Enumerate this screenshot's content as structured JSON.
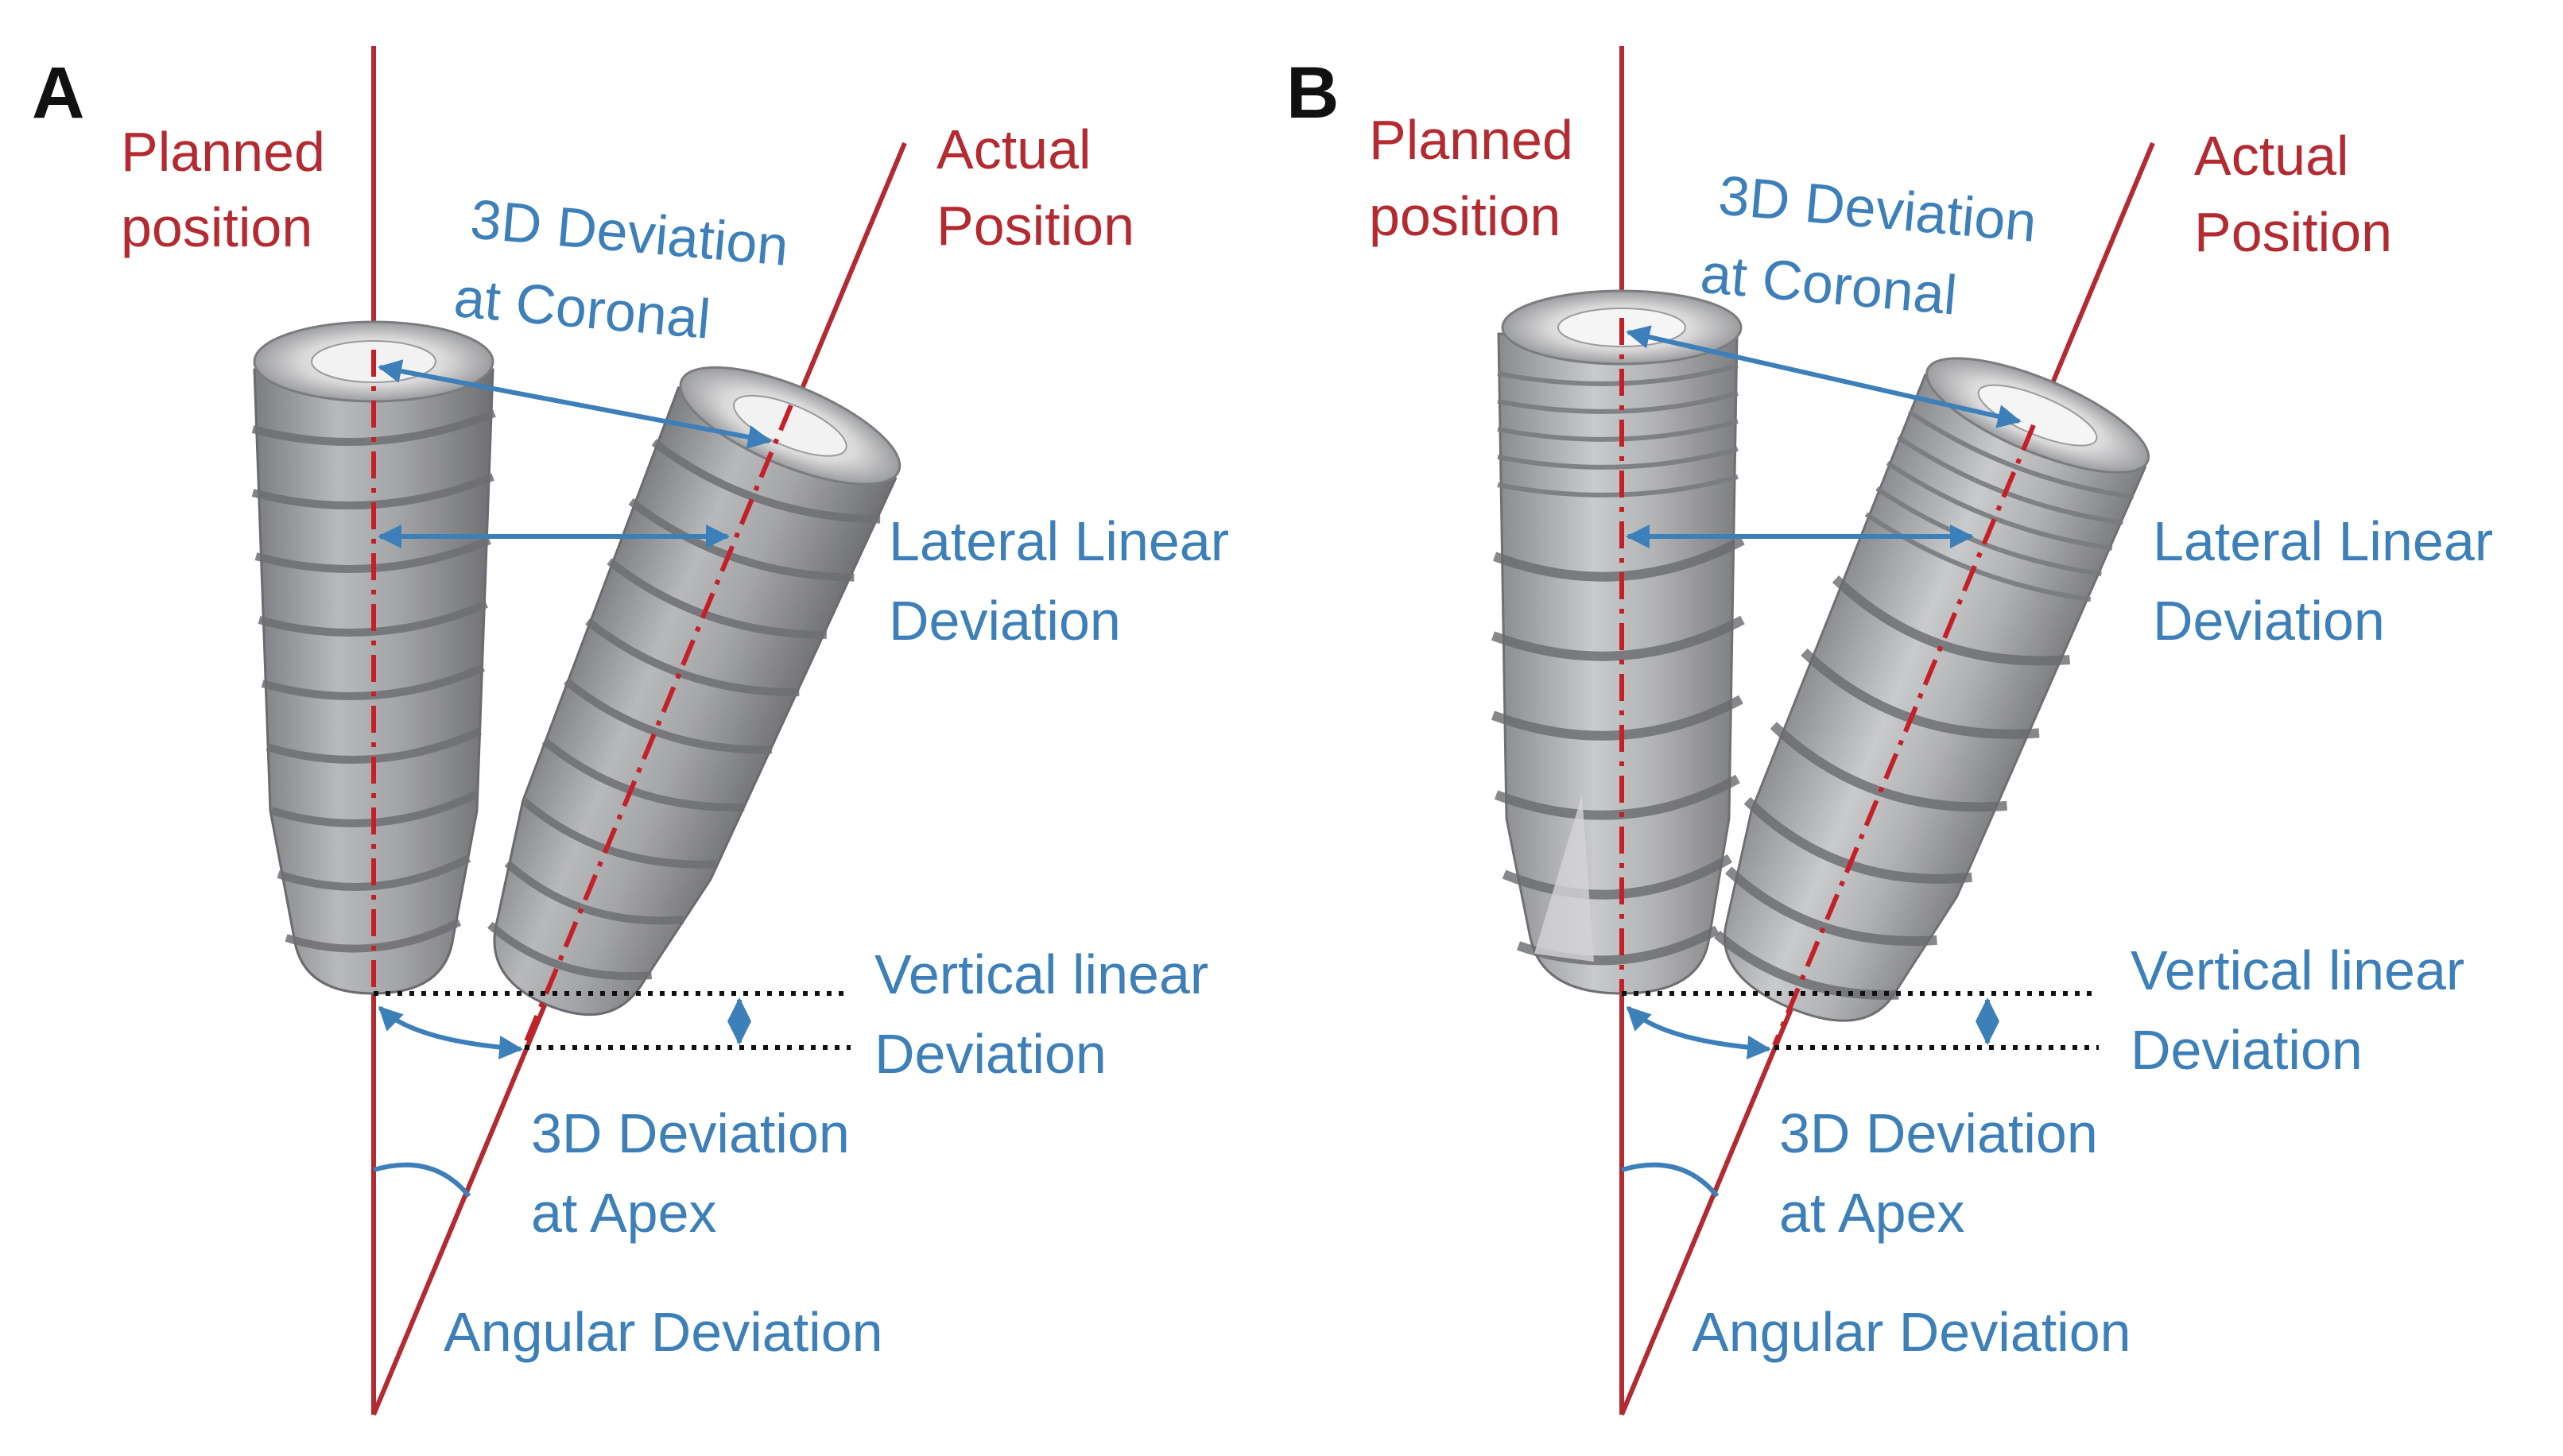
{
  "panels": [
    {
      "letter": "A",
      "labels": {
        "planned": [
          "Planned",
          "position"
        ],
        "actual": [
          "Actual",
          "Position"
        ],
        "coronal": [
          "3D Deviation",
          "at Coronal"
        ],
        "lateral": [
          "Lateral Linear",
          "Deviation"
        ],
        "vertical": [
          "Vertical linear",
          "Deviation"
        ],
        "apex": [
          "3D Deviation",
          "at Apex"
        ],
        "angular": "Angular Deviation"
      }
    },
    {
      "letter": "B",
      "labels": {
        "planned": [
          "Planned",
          "position"
        ],
        "actual": [
          "Actual",
          "Position"
        ],
        "coronal": [
          "3D Deviation",
          "at Coronal"
        ],
        "lateral": [
          "Lateral Linear",
          "Deviation"
        ],
        "vertical": [
          "Vertical linear",
          "Deviation"
        ],
        "apex": [
          "3D Deviation",
          "at Apex"
        ],
        "angular": "Angular Deviation"
      }
    }
  ],
  "colors": {
    "planned_axis": "#b32a31",
    "blue_annotation": "#3d7fb8",
    "implant_body": "#a9aaac",
    "reference_dotted": "#111111"
  }
}
